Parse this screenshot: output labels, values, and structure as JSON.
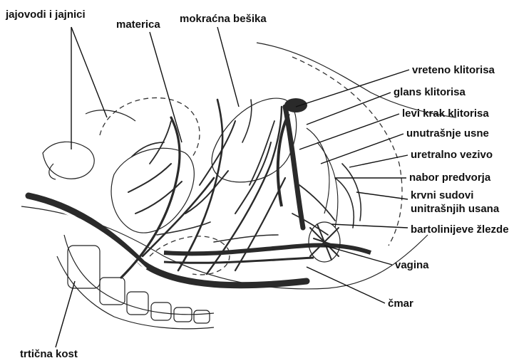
{
  "diagram": {
    "labels": {
      "fallopian_tubes_ovaries": "jajovodi i jajnici",
      "uterus": "materica",
      "bladder": "mokraćna bešika",
      "clitoral_shaft": "vreteno klitorisa",
      "clitoral_glans": "glans klitorisa",
      "left_crus": "levi krak klitorisa",
      "inner_labia": "unutrašnje usne",
      "urethral_tissue": "uretralno vezivo",
      "vestibular_fold": "nabor predvorja",
      "labial_vessels_line1": "krvni sudovi",
      "labial_vessels_line2": "unitrašnjih usana",
      "bartholin_glands": "bartolinijeve žlezde",
      "vagina": "vagina",
      "anus": "čmar",
      "coccyx": "trtična kost"
    },
    "colors": {
      "ink": "#111111",
      "vessel": "#2a2a2a",
      "paper": "#ffffff"
    }
  }
}
